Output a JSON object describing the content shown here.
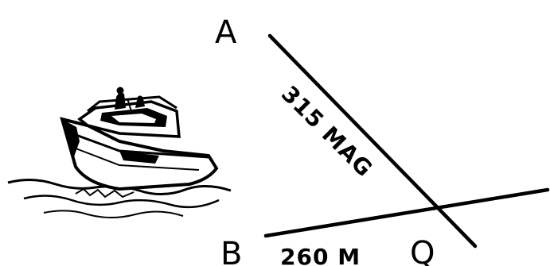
{
  "points": {
    "a": "A",
    "b": "B",
    "q": "Q"
  },
  "bearings": {
    "line_aq": "315 MAG",
    "line_bq": "260 M"
  },
  "icons": {
    "boat": "motorboat-icon"
  },
  "colors": {
    "ink": "#000000",
    "paper": "#ffffff"
  }
}
